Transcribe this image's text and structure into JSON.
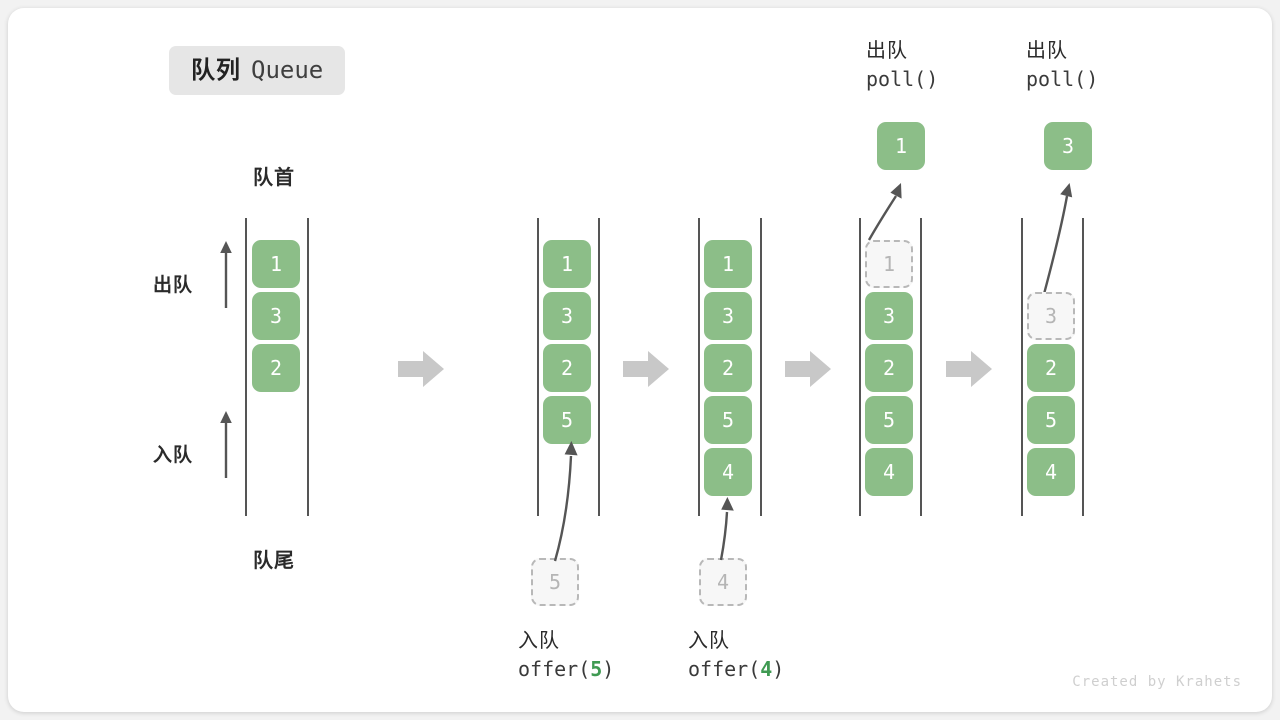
{
  "title": {
    "cn": "队列",
    "en": "Queue"
  },
  "labels": {
    "head": "队首",
    "tail": "队尾",
    "dequeue": "出队",
    "enqueue": "入队"
  },
  "colors": {
    "element": "#8cbe88",
    "ghost_fill": "#f7f7f7",
    "ghost_border": "#b8b8b8",
    "rail": "#555555",
    "step_arrow": "#c8c8c8",
    "badge_bg": "#e6e6e6",
    "code_arg": "#3f9a52",
    "card_bg": "#ffffff",
    "page_bg": "#f2f2f2"
  },
  "steps": [
    {
      "id": "initial",
      "cells": [
        {
          "value": "1",
          "state": "filled"
        },
        {
          "value": "3",
          "state": "filled"
        },
        {
          "value": "2",
          "state": "filled"
        }
      ],
      "caption": {
        "cn": "",
        "code_prefix": "",
        "arg": "",
        "code_suffix": ""
      }
    },
    {
      "id": "offer-5",
      "cells": [
        {
          "value": "1",
          "state": "filled"
        },
        {
          "value": "3",
          "state": "filled"
        },
        {
          "value": "2",
          "state": "filled"
        },
        {
          "value": "5",
          "state": "filled"
        }
      ],
      "incoming": {
        "value": "5",
        "state": "ghost"
      },
      "caption": {
        "cn": "入队",
        "code_prefix": "offer(",
        "arg": "5",
        "code_suffix": ")"
      }
    },
    {
      "id": "offer-4",
      "cells": [
        {
          "value": "1",
          "state": "filled"
        },
        {
          "value": "3",
          "state": "filled"
        },
        {
          "value": "2",
          "state": "filled"
        },
        {
          "value": "5",
          "state": "filled"
        },
        {
          "value": "4",
          "state": "filled"
        }
      ],
      "incoming": {
        "value": "4",
        "state": "ghost"
      },
      "caption": {
        "cn": "入队",
        "code_prefix": "offer(",
        "arg": "4",
        "code_suffix": ")"
      }
    },
    {
      "id": "poll-1",
      "cells": [
        {
          "value": "1",
          "state": "ghost"
        },
        {
          "value": "3",
          "state": "filled"
        },
        {
          "value": "2",
          "state": "filled"
        },
        {
          "value": "5",
          "state": "filled"
        },
        {
          "value": "4",
          "state": "filled"
        }
      ],
      "outgoing": {
        "value": "1",
        "state": "filled"
      },
      "caption": {
        "cn": "出队",
        "code_prefix": "poll(",
        "arg": "",
        "code_suffix": ")"
      }
    },
    {
      "id": "poll-3",
      "cells": [
        {
          "value": "",
          "state": "empty"
        },
        {
          "value": "3",
          "state": "ghost"
        },
        {
          "value": "2",
          "state": "filled"
        },
        {
          "value": "5",
          "state": "filled"
        },
        {
          "value": "4",
          "state": "filled"
        }
      ],
      "outgoing": {
        "value": "3",
        "state": "filled"
      },
      "caption": {
        "cn": "出队",
        "code_prefix": "poll(",
        "arg": "",
        "code_suffix": ")"
      }
    }
  ],
  "footer": "Created by Krahets"
}
